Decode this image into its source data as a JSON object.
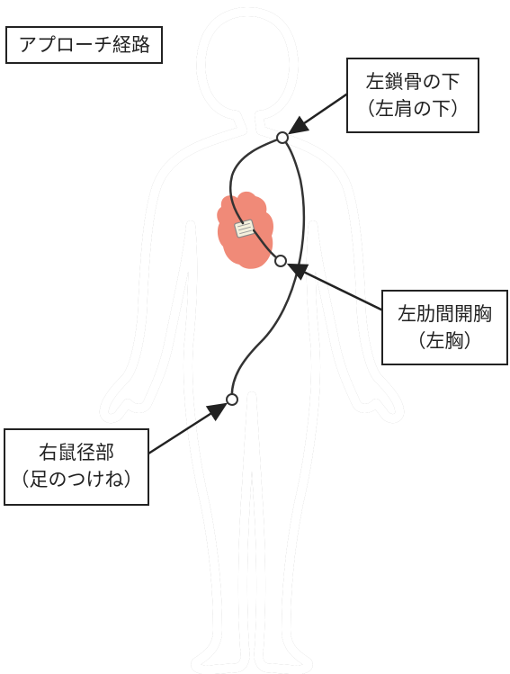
{
  "title": "アプローチ経路",
  "labels": {
    "clavicle": {
      "line1": "左鎖骨の下",
      "line2": "（左肩の下）"
    },
    "chest": {
      "line1": "左肋間開胸",
      "line2": "（左胸）"
    },
    "groin": {
      "line1": "右鼠径部",
      "line2": "（足のつけね）"
    }
  },
  "colors": {
    "body_outline": "#8a8a8a",
    "heart": "#f08a78",
    "catheter": "#333333",
    "text": "#222222"
  }
}
